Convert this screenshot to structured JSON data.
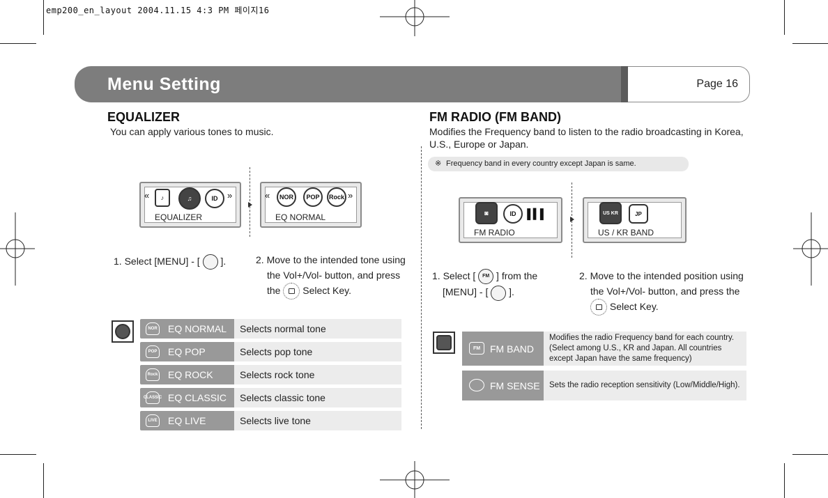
{
  "slug": "emp200_en_layout 2004.11.15 4:3 PM 페이지16",
  "header": {
    "title": "Menu Setting",
    "page": "Page 16"
  },
  "equalizer": {
    "heading": "EQUALIZER",
    "intro": "You can apply various tones to music.",
    "lcd1_caption": "EQUALIZER",
    "lcd2_caption": "EQ NORMAL",
    "lcd2_icons": [
      "NOR",
      "POP",
      "Rock"
    ],
    "step1_pre": "1.  Select [MENU] - [",
    "step1_post": "].",
    "step2_line1": "2. Move to the intended tone using",
    "step2_line2": "the Vol+/Vol- button, and press",
    "step2_line3_pre": "the",
    "step2_line3_post": "Select Key.",
    "rows": [
      {
        "label": "EQ NORMAL",
        "icon": "NOR",
        "desc": "Selects normal tone"
      },
      {
        "label": "EQ POP",
        "icon": "POP",
        "desc": "Selects pop tone"
      },
      {
        "label": "EQ ROCK",
        "icon": "Rock",
        "desc": "Selects rock tone"
      },
      {
        "label": "EQ CLASSIC",
        "icon": "CLASSIC",
        "desc": "Selects classic tone"
      },
      {
        "label": "EQ LIVE",
        "icon": "LIVE",
        "desc": "Selects live tone"
      }
    ]
  },
  "fm": {
    "heading": "FM RADIO (FM BAND)",
    "intro_line1": "Modifies the Frequency band to listen to the radio broadcasting in Korea,",
    "intro_line2": "U.S., Europe or Japan.",
    "note_star": "※",
    "note": "Frequency band in every country except Japan is same.",
    "lcd1_caption": "FM RADIO",
    "lcd2_caption": "US / KR BAND",
    "lcd2_icons": [
      "US KR",
      "JP"
    ],
    "step1_pre": "1. Select [",
    "step1_icon": "FM",
    "step1_mid": "] from the",
    "step1_line2_pre": "[MENU] - [",
    "step1_line2_post": "].",
    "step2_line1": "2. Move to the intended position using",
    "step2_line2": "the Vol+/Vol- button, and press the",
    "step2_line3": "Select Key.",
    "rows": [
      {
        "label": "FM BAND",
        "icon": "FM",
        "desc": "Modifies the radio Frequency band for each country. (Select among U.S., KR and Japan. All countries except Japan have the same frequency)"
      },
      {
        "label": "FM SENSE",
        "icon": "",
        "desc": "Sets the radio reception sensitivity (Low/Middle/High)."
      }
    ]
  }
}
